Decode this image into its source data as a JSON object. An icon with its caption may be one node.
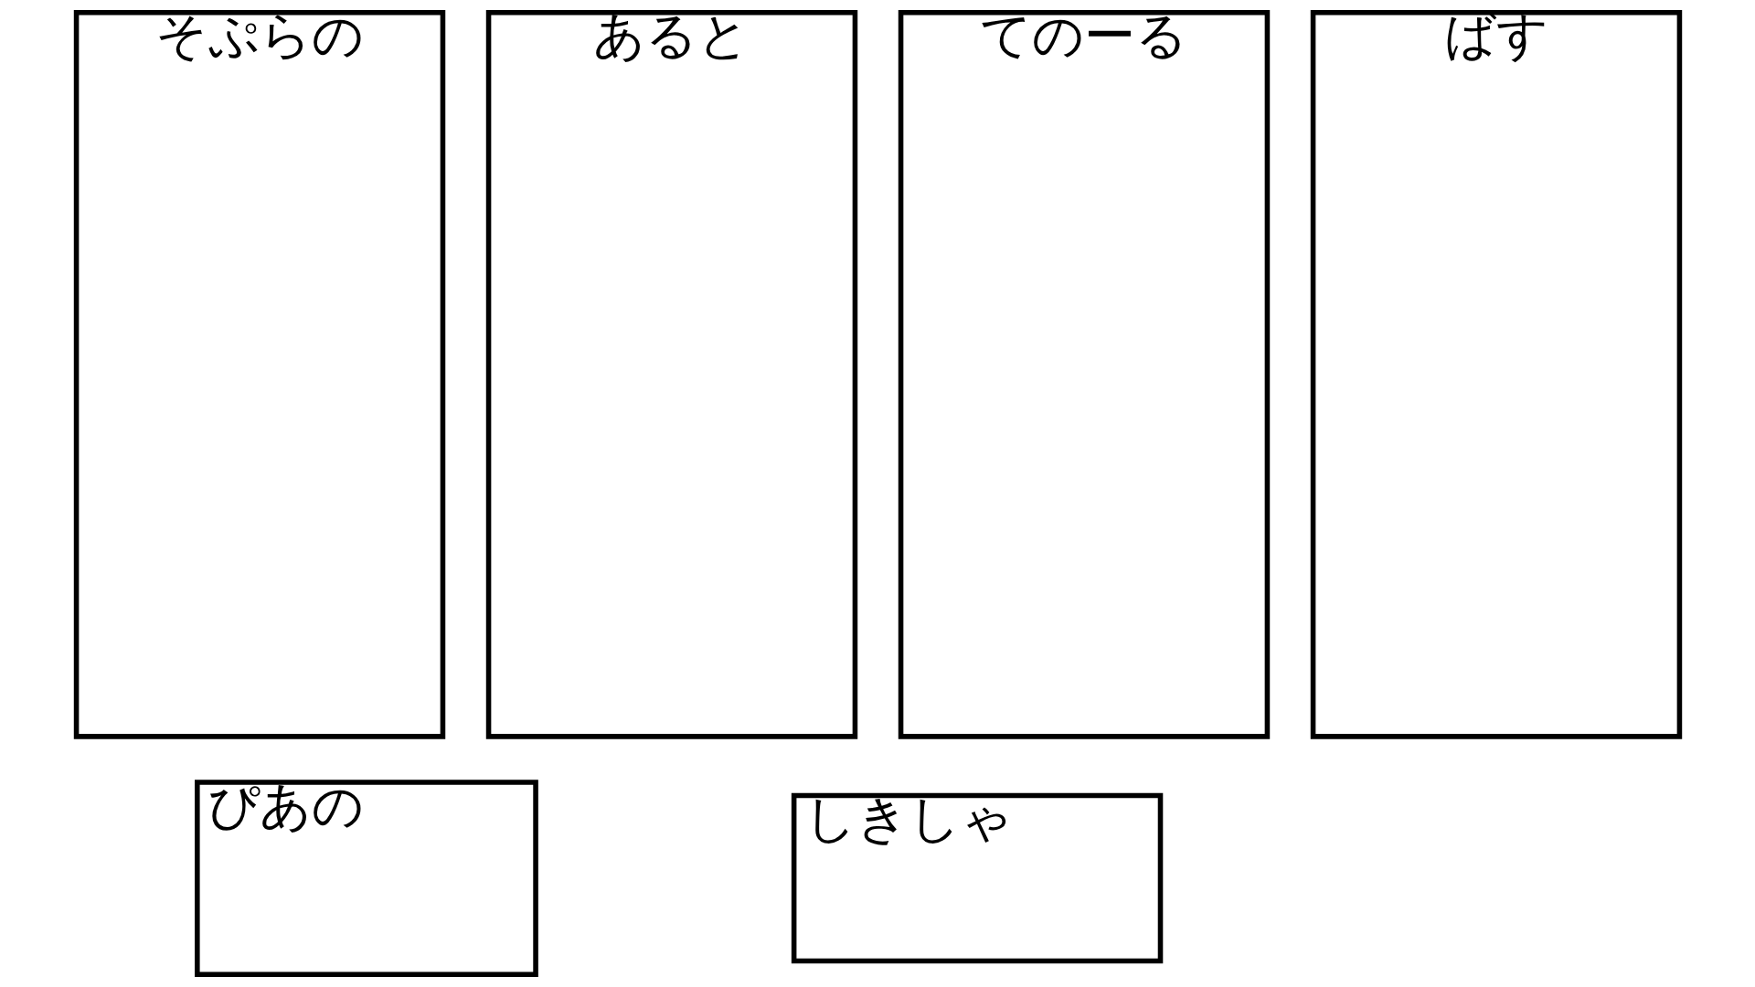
{
  "diagram": {
    "nodes": [
      {
        "text": [
          "そぷらの"
        ]
      },
      {
        "text": [
          "あると"
        ]
      },
      {
        "text": [
          "てのーる"
        ]
      },
      {
        "text": [
          "ばす"
        ]
      },
      {
        "text": [
          "ぴあの"
        ]
      },
      {
        "text": [
          "しきしゃ"
        ]
      }
    ]
  }
}
